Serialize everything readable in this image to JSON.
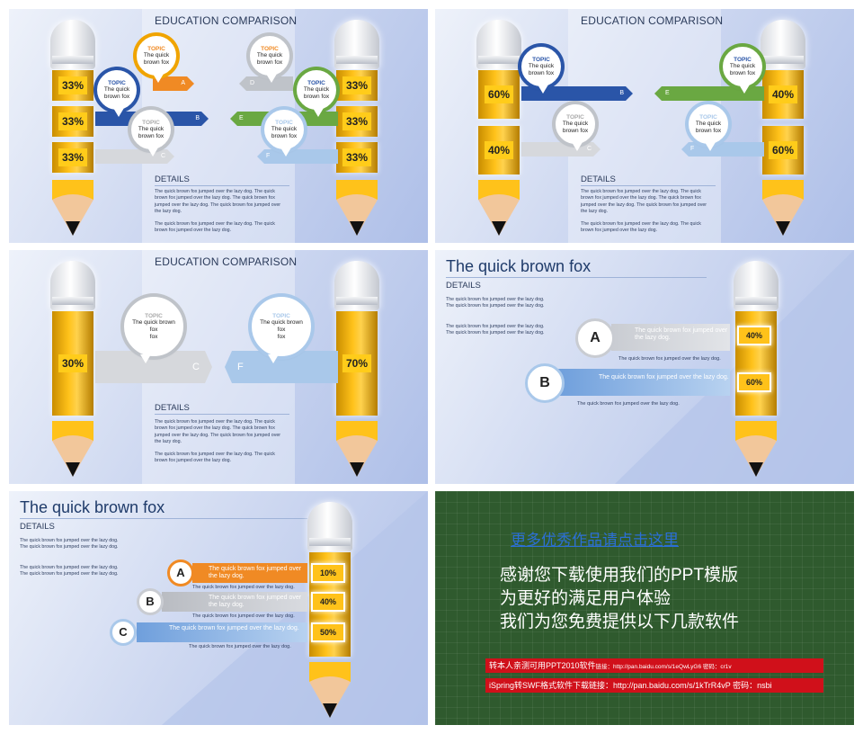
{
  "colors": {
    "orange": "#f0a400",
    "blue": "#2a55a8",
    "gray": "#bfc3c9",
    "green": "#6aa842",
    "lightblue": "#a9c8ea",
    "pencil_yellow": "#ffc21a",
    "board_green": "#2f5a2e",
    "red": "#d0101a",
    "link": "#2b6fd6"
  },
  "common": {
    "edu_title": "EDUCATION COMPARISON",
    "details": "DETAILS",
    "topic": "TOPIC",
    "pin_text": "The quick brown fox",
    "pin_text_l1": "The quick",
    "pin_text_l2": "brown fox",
    "big_title": "The quick brown fox",
    "para1": "The quick brown fox jumped over the lazy dog. The quick brown fox jumped over the lazy dog. The quick brown fox jumped over the lazy dog. The quick brown fox jumped over the lazy dog.",
    "para2": "The quick brown fox jumped over the lazy dog. The quick brown fox jumped over the lazy dog.",
    "left_para1": "The quick brown fox jumped over the lazy dog. The quick brown fox jumped over the lazy dog.",
    "left_para2": "The quick brown fox jumped over the lazy dog. The quick brown fox jumped over the lazy dog.",
    "row_text": "The quick brown fox jumped over the lazy dog.",
    "row_sub": "The quick brown fox jumped over the lazy dog."
  },
  "slide1": {
    "left_pcts": [
      "33%",
      "33%",
      "33%"
    ],
    "right_pcts": [
      "33%",
      "33%",
      "33%"
    ],
    "letters": [
      "A",
      "B",
      "C",
      "D",
      "E",
      "F"
    ]
  },
  "slide2": {
    "left_pcts": [
      "60%",
      "40%"
    ],
    "right_pcts": [
      "40%",
      "60%"
    ],
    "letters": [
      "B",
      "C",
      "E",
      "F"
    ]
  },
  "slide3": {
    "left_pct": "30%",
    "right_pct": "70%",
    "letters": [
      "C",
      "F"
    ]
  },
  "slide4": {
    "rows": [
      {
        "letter": "A",
        "pct": "40%"
      },
      {
        "letter": "B",
        "pct": "60%"
      }
    ]
  },
  "slide5": {
    "rows": [
      {
        "letter": "A",
        "pct": "10%"
      },
      {
        "letter": "B",
        "pct": "40%"
      },
      {
        "letter": "C",
        "pct": "50%"
      }
    ]
  },
  "slide6": {
    "link": "更多优秀作品请点击这里",
    "line1": "感谢您下载使用我们的PPT模版",
    "line2": "为更好的满足用户体验",
    "line3": "我们为您免费提供以下几款软件",
    "red1_label": "转本人亲测可用PPT2010软件",
    "red1_link": "链接：http://pan.baidu.com/s/1eQwLyG6 密码：cr1v",
    "red2_label": "iSpring转SWF格式软件下载链接：",
    "red2_link": "http://pan.baidu.com/s/1kTrR4vP 密码：nsbi"
  }
}
